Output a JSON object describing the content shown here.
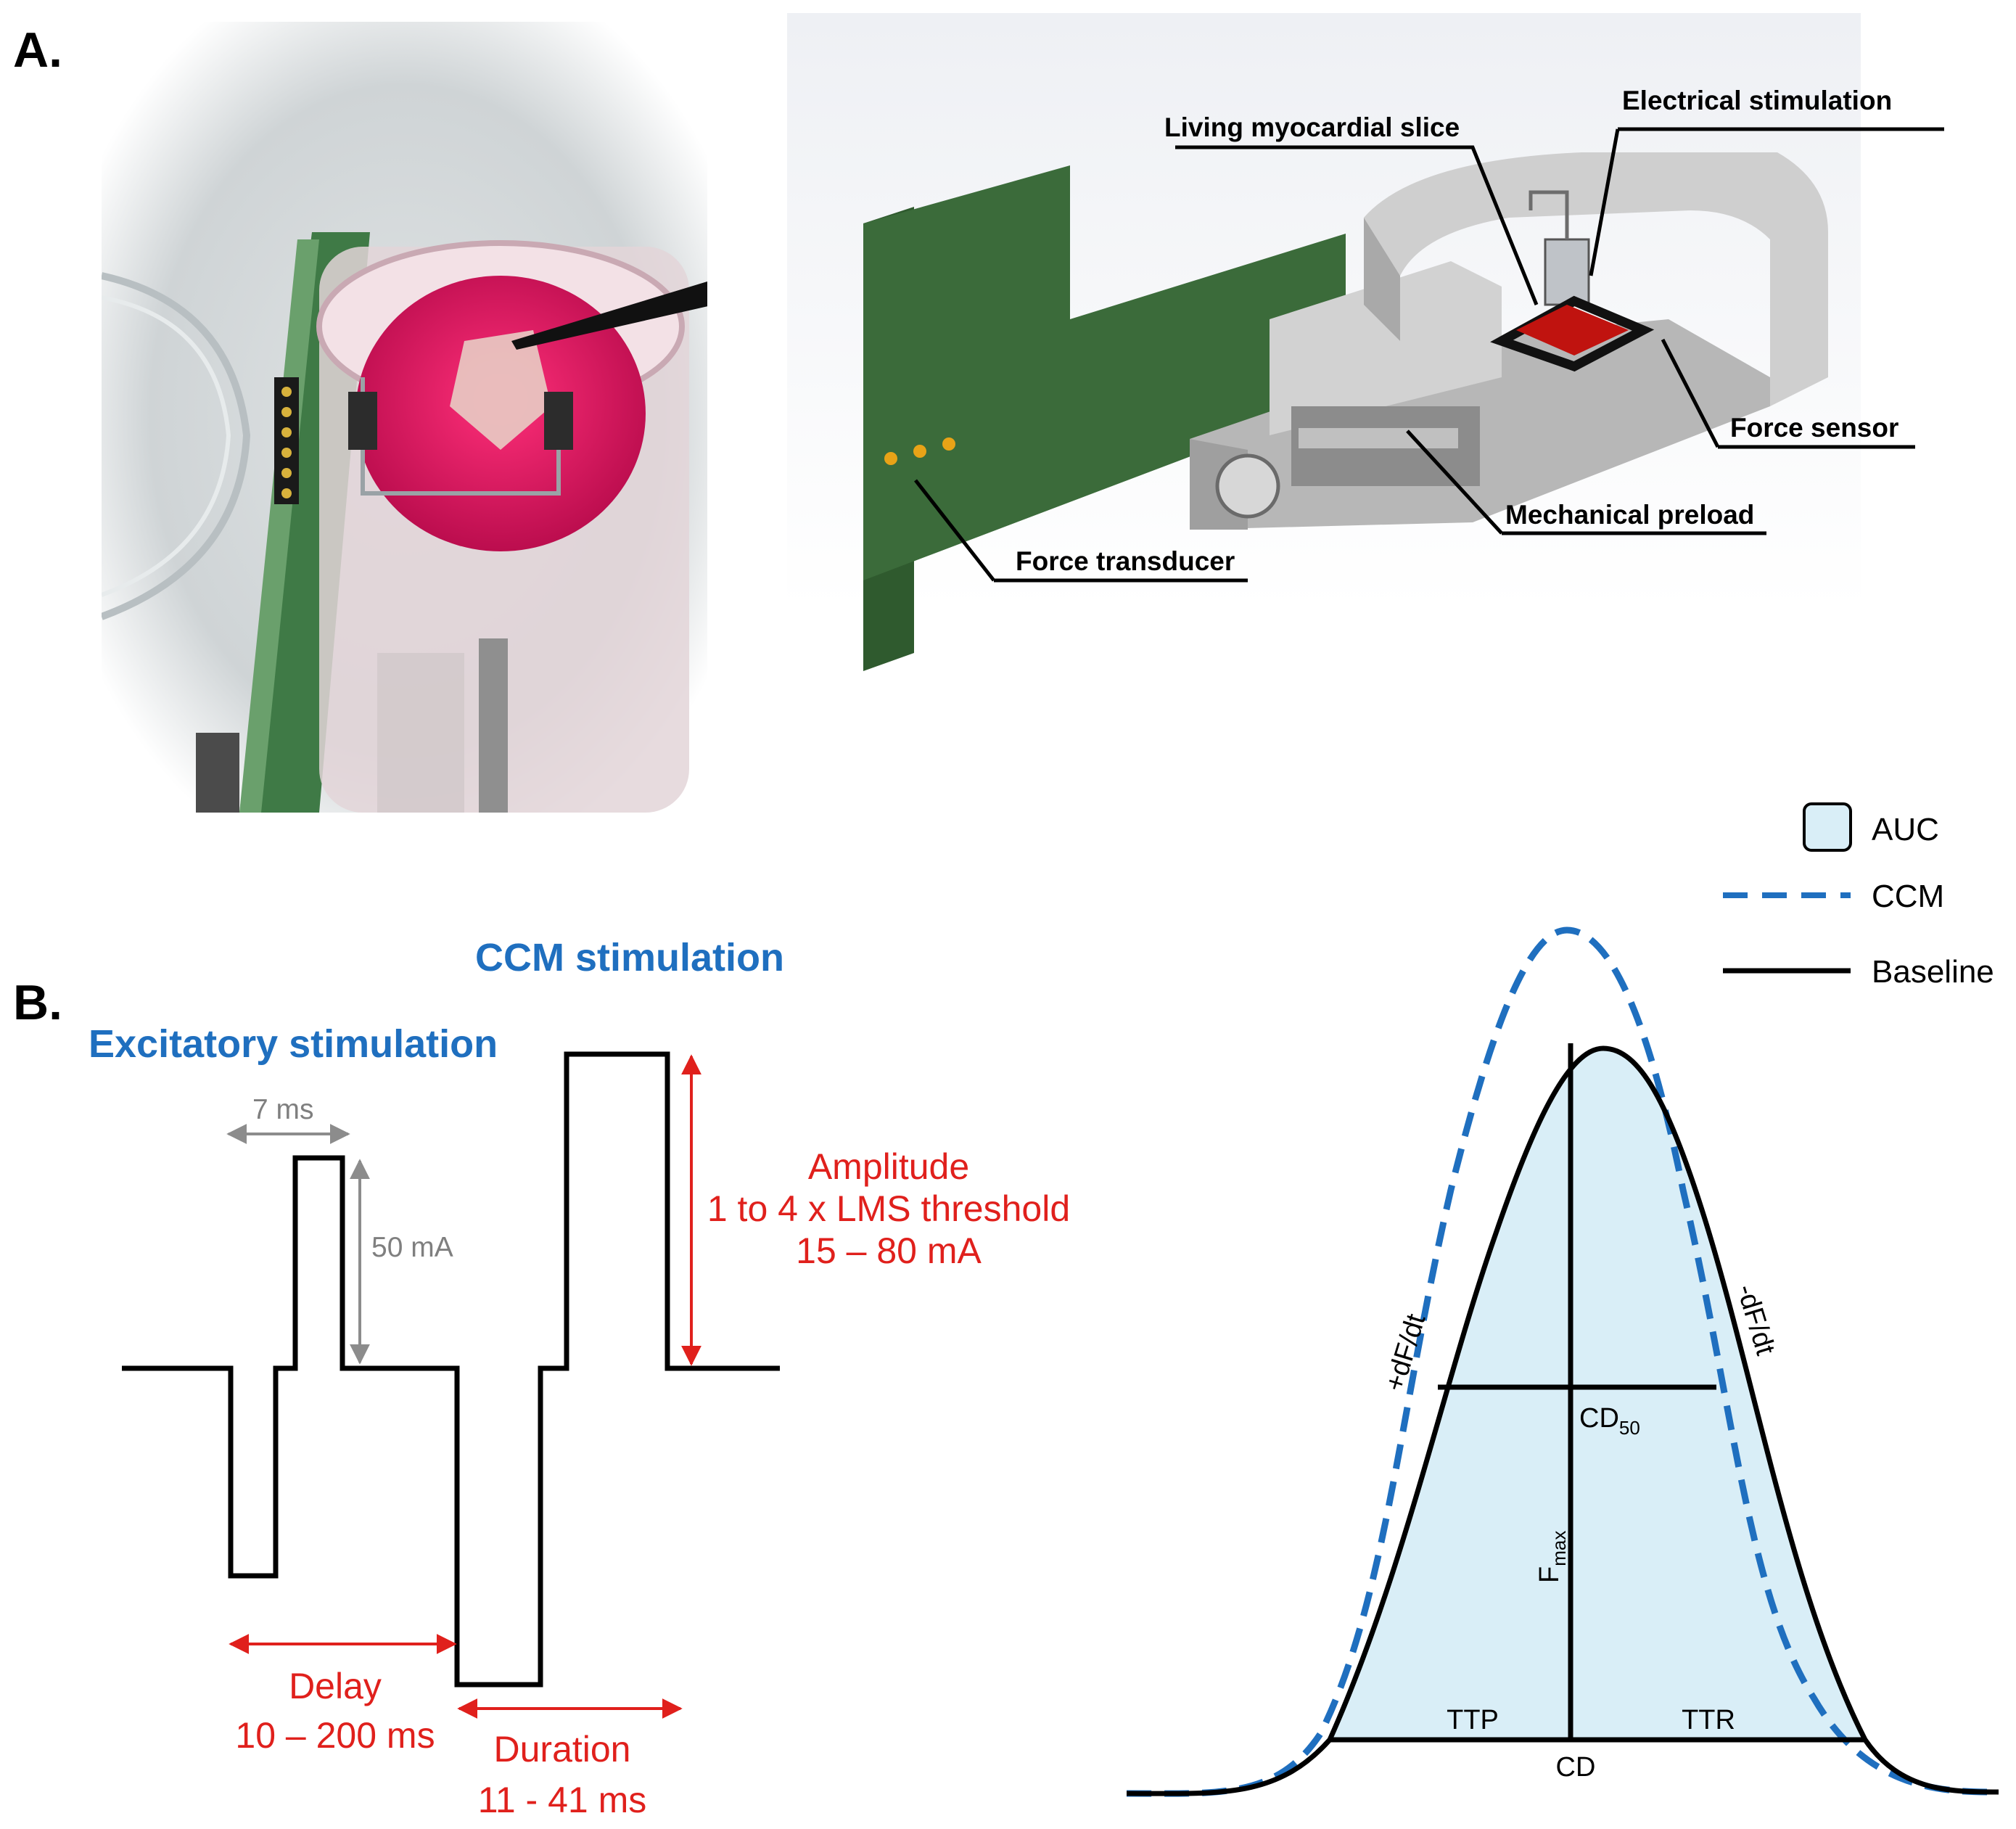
{
  "panel_a": {
    "label": "A.",
    "callouts": {
      "electrical_stimulation": "Electrical stimulation",
      "living_slice": "Living myocardial slice",
      "force_sensor": "Force sensor",
      "mechanical_preload": "Mechanical preload",
      "force_transducer": "Force transducer"
    }
  },
  "panel_b": {
    "label": "B.",
    "ccm_title": "CCM stimulation",
    "excitatory_title": "Excitatory stimulation",
    "width_label": "7 ms",
    "current_label": "50 mA",
    "amplitude": {
      "line1": "Amplitude",
      "line2": "1 to 4 x LMS threshold",
      "line3": "15 – 80 mA"
    },
    "delay": {
      "line1": "Delay",
      "line2": "10 – 200 ms"
    },
    "duration": {
      "line1": "Duration",
      "line2": "11 - 41 ms"
    }
  },
  "contraction": {
    "legend": {
      "auc": "AUC",
      "ccm": "CCM",
      "baseline": "Baseline"
    },
    "labels": {
      "plus_dfdt": "+dF/dt",
      "minus_dfdt": "-dF/dt",
      "cd50_main": "CD",
      "cd50_sub": "50",
      "fmax_main": "F",
      "fmax_sub": "max",
      "ttp": "TTP",
      "ttr": "TTR",
      "cd": "CD"
    }
  },
  "colors": {
    "accent_blue": "#1f6fbf",
    "annotation_red": "#e0201c",
    "annotation_gray": "#7f7f7f",
    "auc_fill": "#d9eef7",
    "board_green": "#3b6b3a",
    "chamber_gray": "#c9c9c9",
    "slice_red": "#c0130f"
  }
}
